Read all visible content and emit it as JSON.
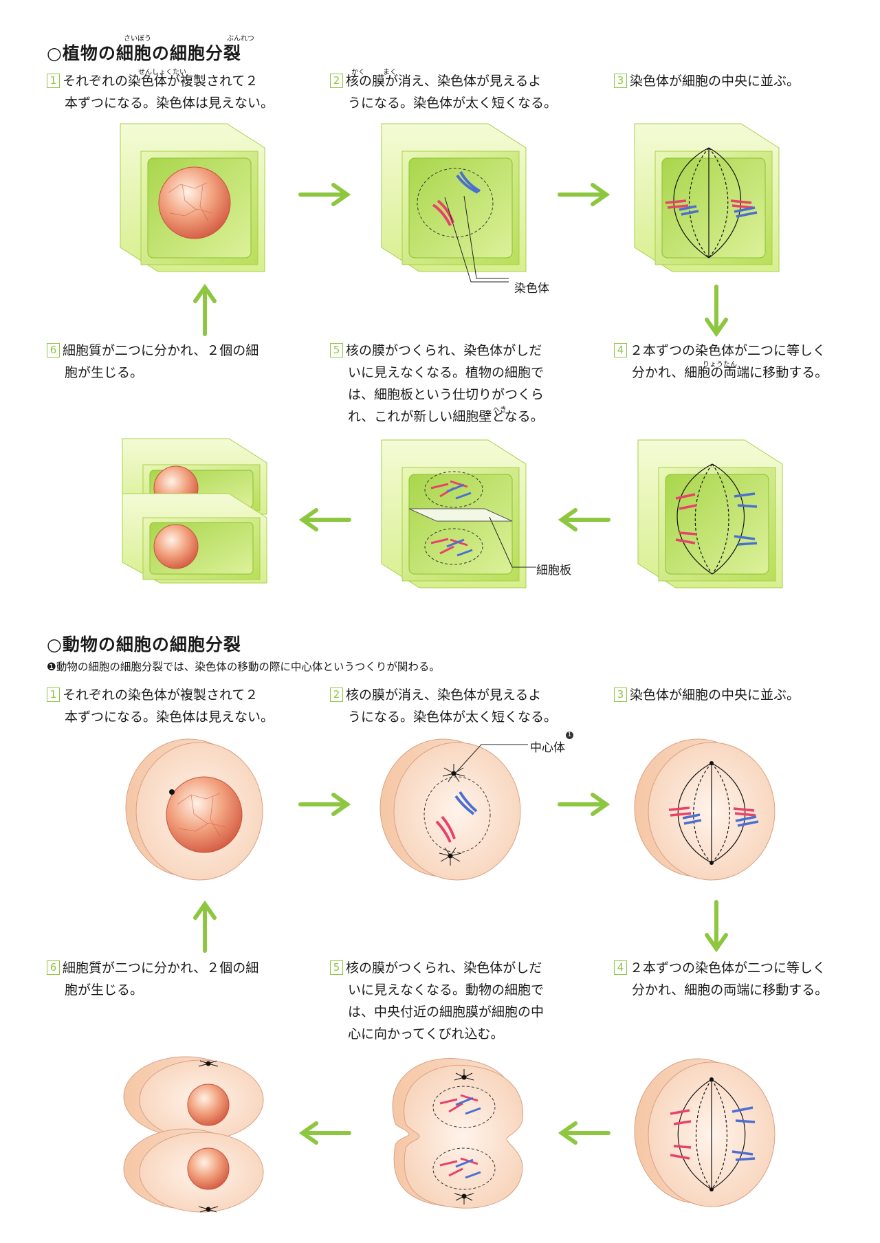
{
  "plant": {
    "title": "○植物の細胞の細胞分裂",
    "ruby": {
      "saibou": "さいぼう",
      "bunretsu": "ぶんれつ",
      "senshokutai": "せんしょくたい",
      "kaku": "かく",
      "maku": "まく",
      "ryoutan": "りょうたん",
      "heki": "へき"
    },
    "steps": [
      {
        "num": "1",
        "line1": "それぞれの染色体が複製されて２",
        "line2": "本ずつになる。染色体は見えない。"
      },
      {
        "num": "2",
        "line1": "核の膜が消え、染色体が見えるよ",
        "line2": "うになる。染色体が太く短くなる。"
      },
      {
        "num": "3",
        "line1": "染色体が細胞の中央に並ぶ。"
      },
      {
        "num": "4",
        "line1": "２本ずつの染色体が二つに等しく",
        "line2": "分かれ、細胞の両端に移動する。"
      },
      {
        "num": "5",
        "line1": "核の膜がつくられ、染色体がしだ",
        "line2": "いに見えなくなる。植物の細胞で",
        "line3": "は、細胞板という仕切りがつくら",
        "line4": "れ、これが新しい細胞壁となる。"
      },
      {
        "num": "6",
        "line1": "細胞質が二つに分かれ、２個の細",
        "line2": "胞が生じる。"
      }
    ],
    "labels": {
      "chromosome": "染色体",
      "cell_plate": "細胞板"
    }
  },
  "animal": {
    "title": "○動物の細胞の細胞分裂",
    "note": "❶動物の細胞の細胞分裂では、染色体の移動の際に中心体というつくりが関わる。",
    "steps": [
      {
        "num": "1",
        "line1": "それぞれの染色体が複製されて２",
        "line2": "本ずつになる。染色体は見えない。"
      },
      {
        "num": "2",
        "line1": "核の膜が消え、染色体が見えるよ",
        "line2": "うになる。染色体が太く短くなる。"
      },
      {
        "num": "3",
        "line1": "染色体が細胞の中央に並ぶ。"
      },
      {
        "num": "4",
        "line1": "２本ずつの染色体が二つに等しく",
        "line2": "分かれ、細胞の両端に移動する。"
      },
      {
        "num": "5",
        "line1": "核の膜がつくられ、染色体がしだ",
        "line2": "いに見えなくなる。動物の細胞で",
        "line3": "は、中央付近の細胞膜が細胞の中",
        "line4": "心に向かってくびれ込む。"
      },
      {
        "num": "6",
        "line1": "細胞質が二つに分かれ、２個の細",
        "line2": "胞が生じる。"
      }
    ],
    "labels": {
      "centrosome": "中心体",
      "footnote_mark": "1"
    }
  },
  "colors": {
    "arrow": "#8dc63f",
    "wall": "#d7ef8e",
    "chrom_red": "#e8416a",
    "chrom_blue": "#4a6fd1",
    "nucleus": "#e9836a",
    "animal_cell": "#fbe0cc"
  }
}
